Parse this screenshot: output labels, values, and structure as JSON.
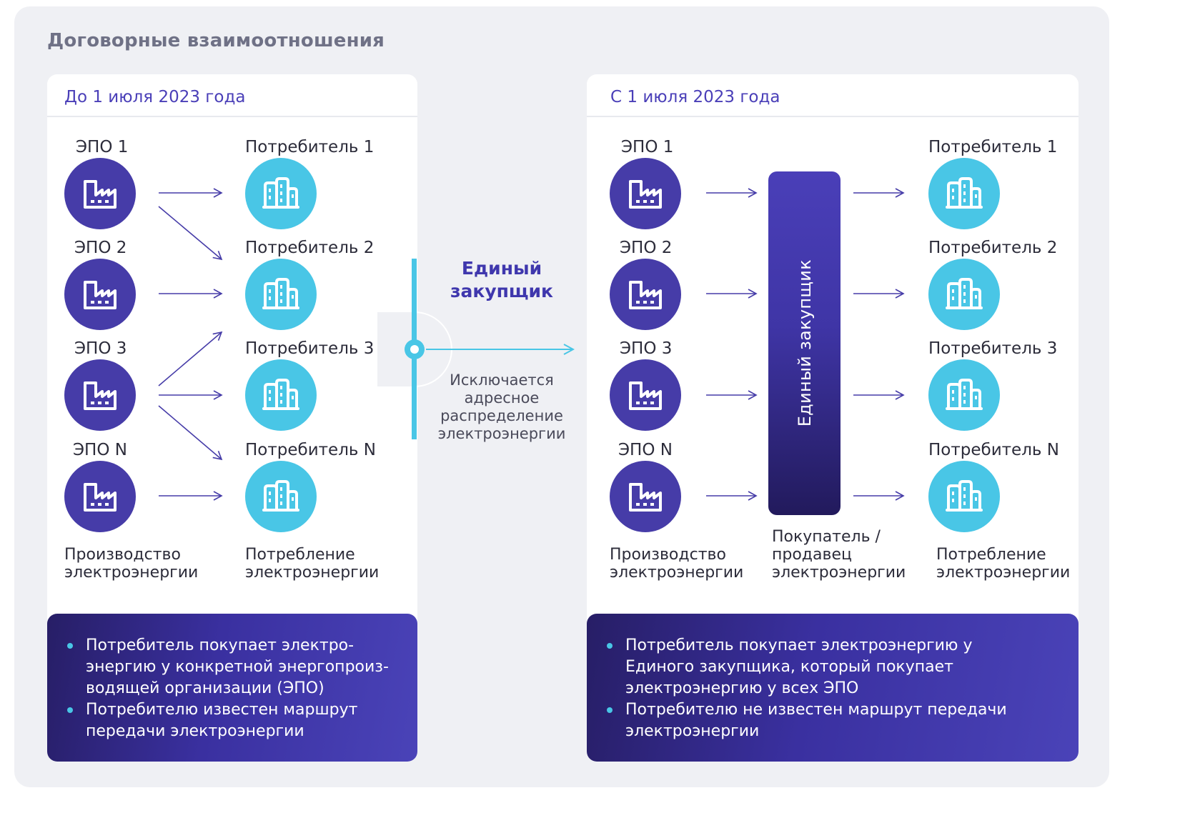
{
  "title": "Договорные взаимоотношения",
  "colors": {
    "producer": "#463ca8",
    "consumer": "#49c6e6",
    "accent": "#4a3fb8",
    "connector": "#49c6e6"
  },
  "left": {
    "header": "До 1 июля 2023 года",
    "producers": [
      "ЭПО 1",
      "ЭПО 2",
      "ЭПО 3",
      "ЭПО N"
    ],
    "consumers": [
      "Потребитель 1",
      "Потребитель 2",
      "Потребитель 3",
      "Потребитель N"
    ],
    "producer_caption": "Производство электроэнергии",
    "consumer_caption": "Потребление электроэнергии",
    "notes": [
      "Потребитель покупает электро-энергию у конкретной энергопроиз-водящей организации (ЭПО)",
      "Потребителю известен маршрут передачи электроэнергии"
    ]
  },
  "center": {
    "title": "Единый закупщик",
    "caption": "Исключается адресное распределение электроэнергии"
  },
  "right": {
    "header": "С 1 июля 2023 года",
    "producers": [
      "ЭПО 1",
      "ЭПО 2",
      "ЭПО 3",
      "ЭПО N"
    ],
    "consumers": [
      "Потребитель 1",
      "Потребитель 2",
      "Потребитель 3",
      "Потребитель N"
    ],
    "buyer_label": "Единый закупщик",
    "producer_caption": "Производство электроэнергии",
    "buyer_caption": "Покупатель / продавец электроэнергии",
    "consumer_caption": "Потребление электроэнергии",
    "notes": [
      "Потребитель покупает электроэнергию у Единого закупщика, который покупает электроэнергию у всех ЭПО",
      "Потребителю не известен маршрут передачи электроэнергии"
    ]
  },
  "icons": {
    "producer": "factory-icon",
    "consumer": "buildings-icon"
  }
}
